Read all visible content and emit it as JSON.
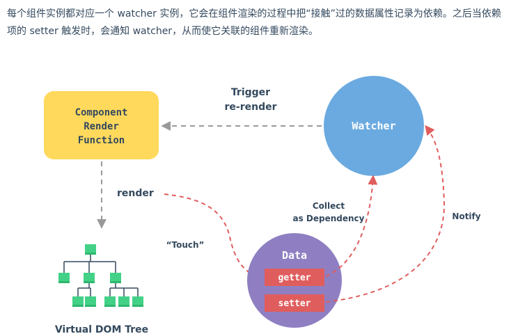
{
  "intro": {
    "text": "每个组件实例都对应一个 watcher 实例，它会在组件渲染的过程中把“接触”过的数据属性记录为依赖。之后当依赖项的 setter 触发时，会通知 watcher，从而使它关联的组件重新渲染。"
  },
  "diagram": {
    "component_render": {
      "line1": "Component",
      "line2": "Render",
      "line3": "Function"
    },
    "trigger": {
      "line1": "Trigger",
      "line2": "re-render"
    },
    "watcher": "Watcher",
    "render_label": "render",
    "touch_label": "“Touch”",
    "collect": {
      "line1": "Collect",
      "line2": "as Dependency"
    },
    "notify_label": "Notify",
    "data_node": {
      "title": "Data",
      "getter": "getter",
      "setter": "setter"
    },
    "vdom_label": "Virtual DOM Tree"
  },
  "colors": {
    "text": "#34495e",
    "component_fill": "#ffd95c",
    "watcher_fill": "#6aaae0",
    "data_fill": "#8f7fc2",
    "chip_fill": "#e05d5d",
    "dashed_gray": "#999999",
    "dashed_red": "#e05d5d",
    "tree_node": "#43d187",
    "tree_line": "#34495e"
  }
}
